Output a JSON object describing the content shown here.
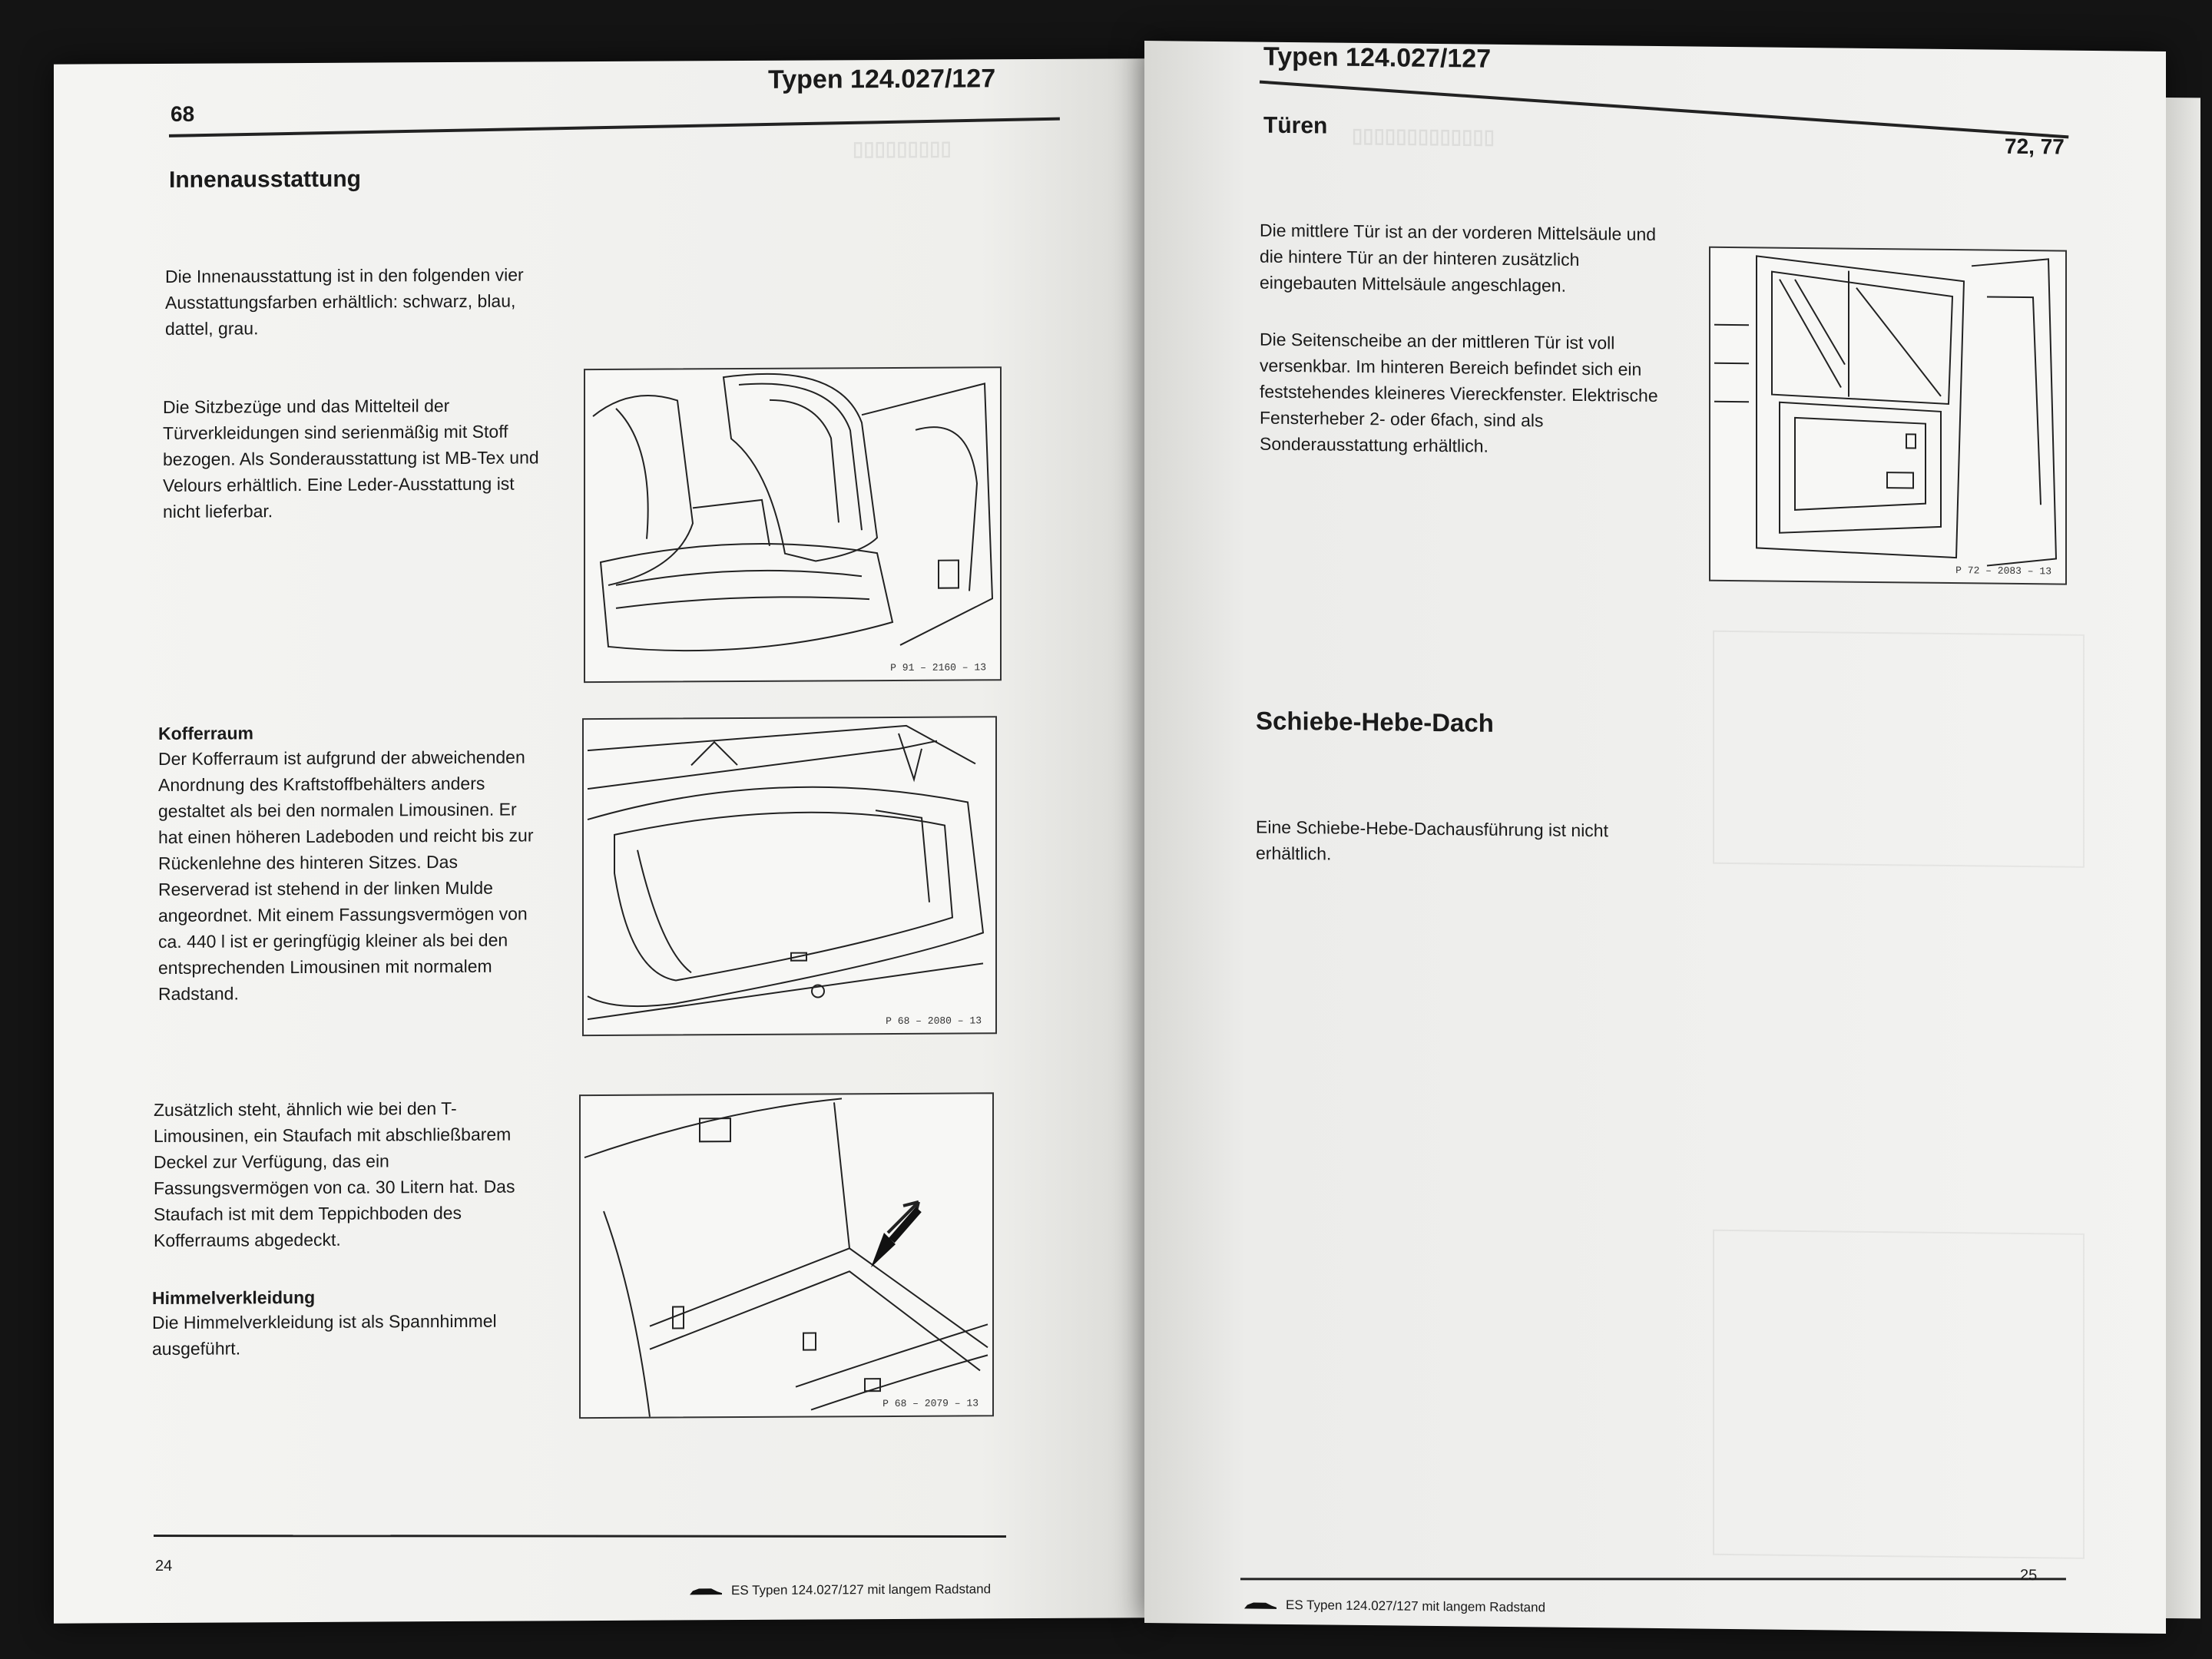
{
  "left": {
    "page_num_top": "68",
    "header_title": "Typen 124.027/127",
    "section_title": "Innenausstattung",
    "para1": "Die Innenausstattung ist in den folgenden vier Ausstattungsfarben erhältlich: schwarz, blau, dattel, grau.",
    "para2": "Die Sitzbezüge und das Mittelteil der Türverkleidungen sind serienmäßig mit Stoff bezogen. Als Sonderausstattung ist MB-Tex und Velours erhältlich. Eine Leder-Ausstattung ist nicht lieferbar.",
    "kofferraum_title": "Kofferraum",
    "kofferraum_text": "Der Kofferraum ist aufgrund der abweichenden Anordnung des Kraftstoffbehälters anders gestaltet als bei den normalen Limousinen. Er hat einen höheren Ladeboden und reicht bis zur Rückenlehne des hinteren Sitzes. Das Reserverad ist stehend in der linken Mulde angeordnet. Mit einem Fassungsvermögen von ca. 440 l ist er geringfügig kleiner als bei den entsprechenden Limousinen mit normalem Radstand.",
    "staufach_text": "Zusätzlich steht, ähnlich wie bei den T-Limousinen, ein Staufach mit abschließbarem Deckel zur Verfügung, das ein Fassungsvermögen von ca. 30 Litern hat. Das Staufach ist mit dem Teppichboden des Kofferraums abgedeckt.",
    "himmel_title": "Himmelverkleidung",
    "himmel_text": "Die Himmelverkleidung ist als Spannhimmel ausgeführt.",
    "fig1_code": "P 91 – 2160 – 13",
    "fig2_code": "P 68 – 2080 – 13",
    "fig3_code": "P 68 – 2079 – 13",
    "page_num_bottom": "24",
    "footer": "ES Typen 124.027/127 mit langem Radstand"
  },
  "right": {
    "header_title": "Typen 124.027/127",
    "section_title": "Türen",
    "page_refs": "72, 77",
    "para1": "Die mittlere Tür ist an der vorderen Mittelsäule und die hintere Tür an der hinteren zusätzlich eingebauten Mittelsäule angeschlagen.",
    "para2": "Die Seitenscheibe an der mittleren Tür ist voll versenkbar. Im hinteren Bereich befindet sich ein feststehendes kleineres Viereckfenster. Elektrische Fensterheber 2- oder 6fach, sind als Sonderausstattung erhältlich.",
    "fig_code": "P 72 – 2083 – 13",
    "shd_title": "Schiebe-Hebe-Dach",
    "shd_text": "Eine Schiebe-Hebe-Dachausführung ist nicht erhältlich.",
    "page_num_bottom": "25",
    "footer": "ES Typen 124.027/127 mit langem Radstand"
  }
}
